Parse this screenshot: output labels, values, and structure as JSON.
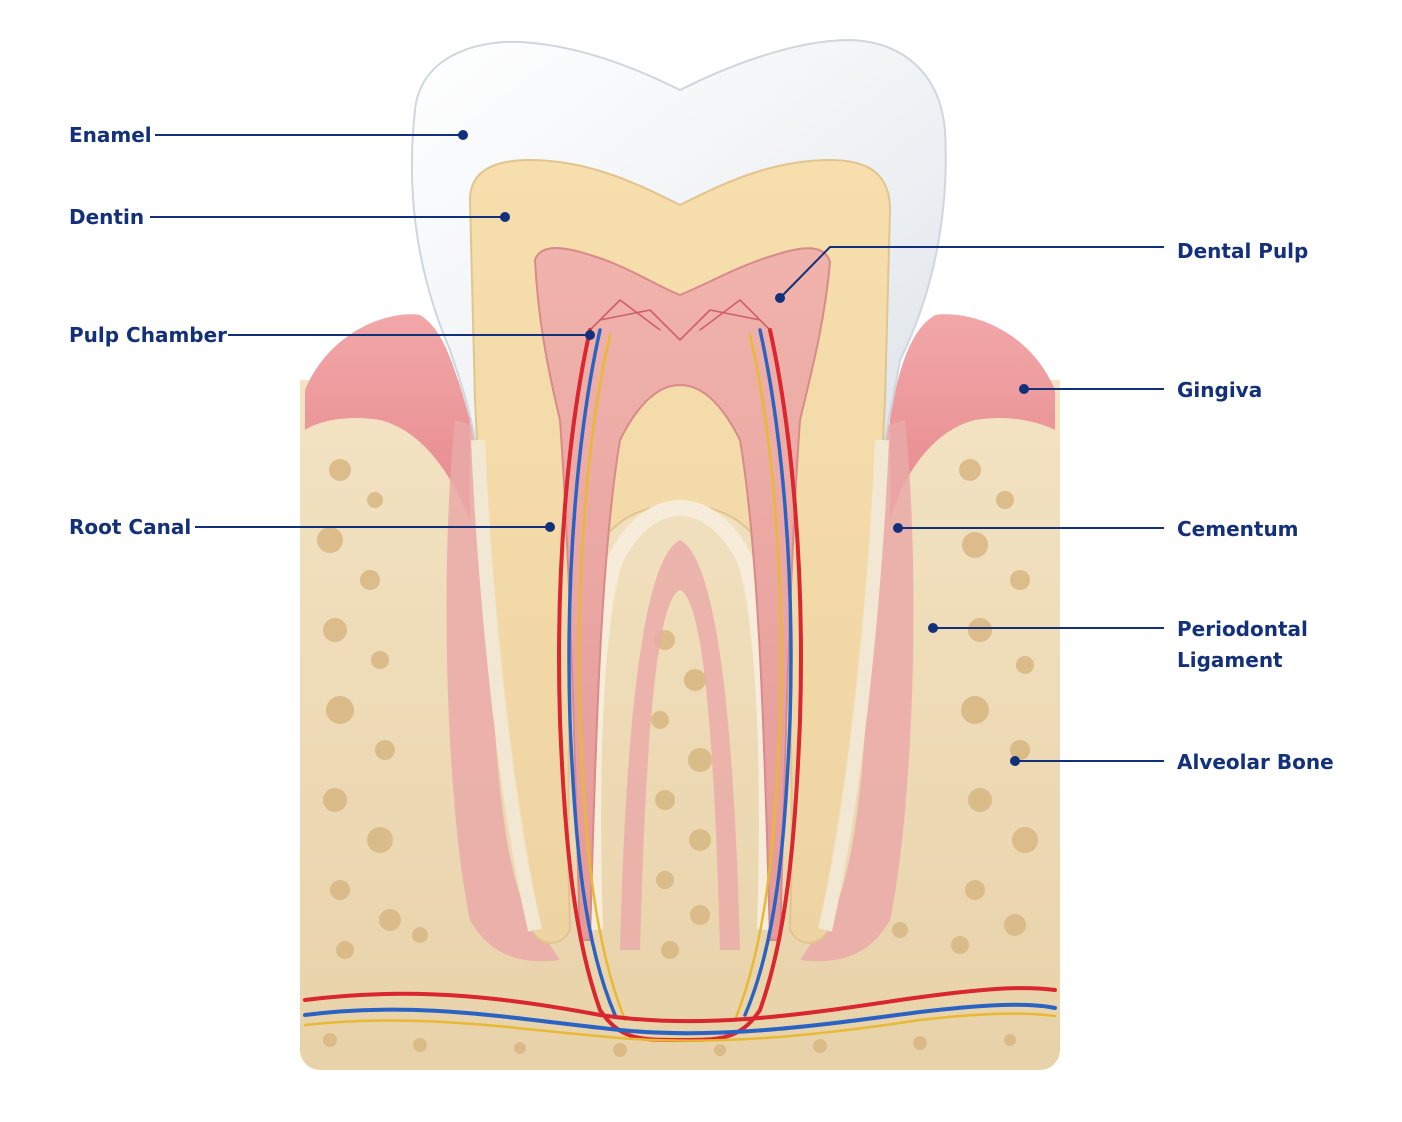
{
  "colors": {
    "label": "#13307a",
    "enamel": "#f4f6f8",
    "dentin": "#f1d9a8",
    "pulp": "#e79c9c",
    "gingiva": "#ec9a9c",
    "bone": "#ecd7b1",
    "artery": "#d9262f",
    "vein": "#2b63c4",
    "nerve": "#e8b934"
  },
  "labels": {
    "enamel": "Enamel",
    "dentin": "Dentin",
    "pulp_chamber": "Pulp Chamber",
    "root_canal": "Root Canal",
    "dental_pulp": "Dental Pulp",
    "gingiva": "Gingiva",
    "cementum": "Cementum",
    "periodontal_line1": "Periodontal",
    "periodontal_line2": "Ligament",
    "alveolar_bone": "Alveolar Bone"
  }
}
